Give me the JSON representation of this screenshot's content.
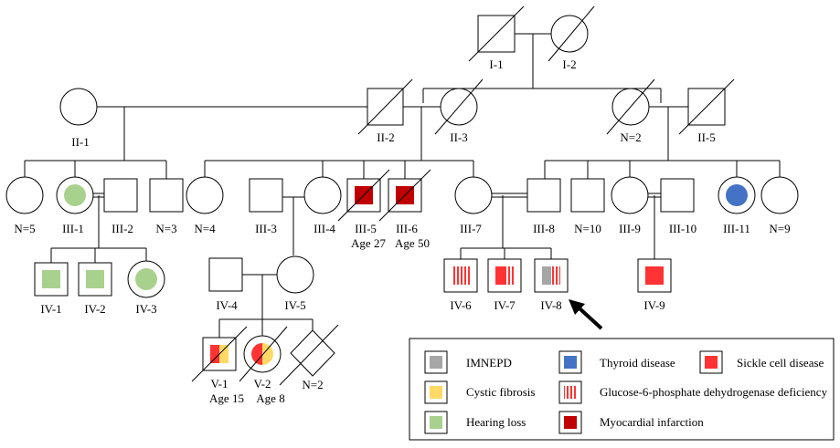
{
  "colors": {
    "IMNEPD": "#a6a6a6",
    "cystic_fibrosis": "#ffd966",
    "hearing_loss": "#a9d18e",
    "thyroid_disease": "#4472c4",
    "g6pd_deficiency": "#ff3333",
    "myocardial_infarction": "#c00000",
    "sickle_cell_disease": "#ff3333",
    "line": "#000000"
  },
  "labels": {
    "I1": "I-1",
    "I2": "I-2",
    "II1": "II-1",
    "II2": "II-2",
    "II3": "II-3",
    "N2a": "N=2",
    "II5": "II-5",
    "N5": "N=5",
    "III1": "III-1",
    "III2": "III-2",
    "N3": "N=3",
    "N4": "N=4",
    "III3": "III-3",
    "III4": "III-4",
    "III5": "III-5",
    "III5age": "Age 27",
    "III6": "III-6",
    "III6age": "Age 50",
    "III7": "III-7",
    "III8": "III-8",
    "N10": "N=10",
    "III9": "III-9",
    "III10": "III-10",
    "III11": "III-11",
    "N9": "N=9",
    "IV1": "IV-1",
    "IV2": "IV-2",
    "IV3": "IV-3",
    "IV4": "IV-4",
    "IV5": "IV-5",
    "IV6": "IV-6",
    "IV7": "IV-7",
    "IV8": "IV-8",
    "IV9": "IV-9",
    "V1": "V-1",
    "V1age": "Age 15",
    "V2": "V-2",
    "V2age": "Age 8",
    "N2b": "N=2"
  },
  "proband_arrow_icon": "arrow-icon",
  "legend": {
    "imnepd": "IMNEPD",
    "cystic_fibrosis": "Cystic fibrosis",
    "hearing_loss": "Hearing loss",
    "thyroid": "Thyroid disease",
    "g6pd": "Glucose-6-phosphate dehydrogenase deficiency",
    "mi": "Myocardial infarction",
    "sickle": "Sickle cell disease"
  }
}
